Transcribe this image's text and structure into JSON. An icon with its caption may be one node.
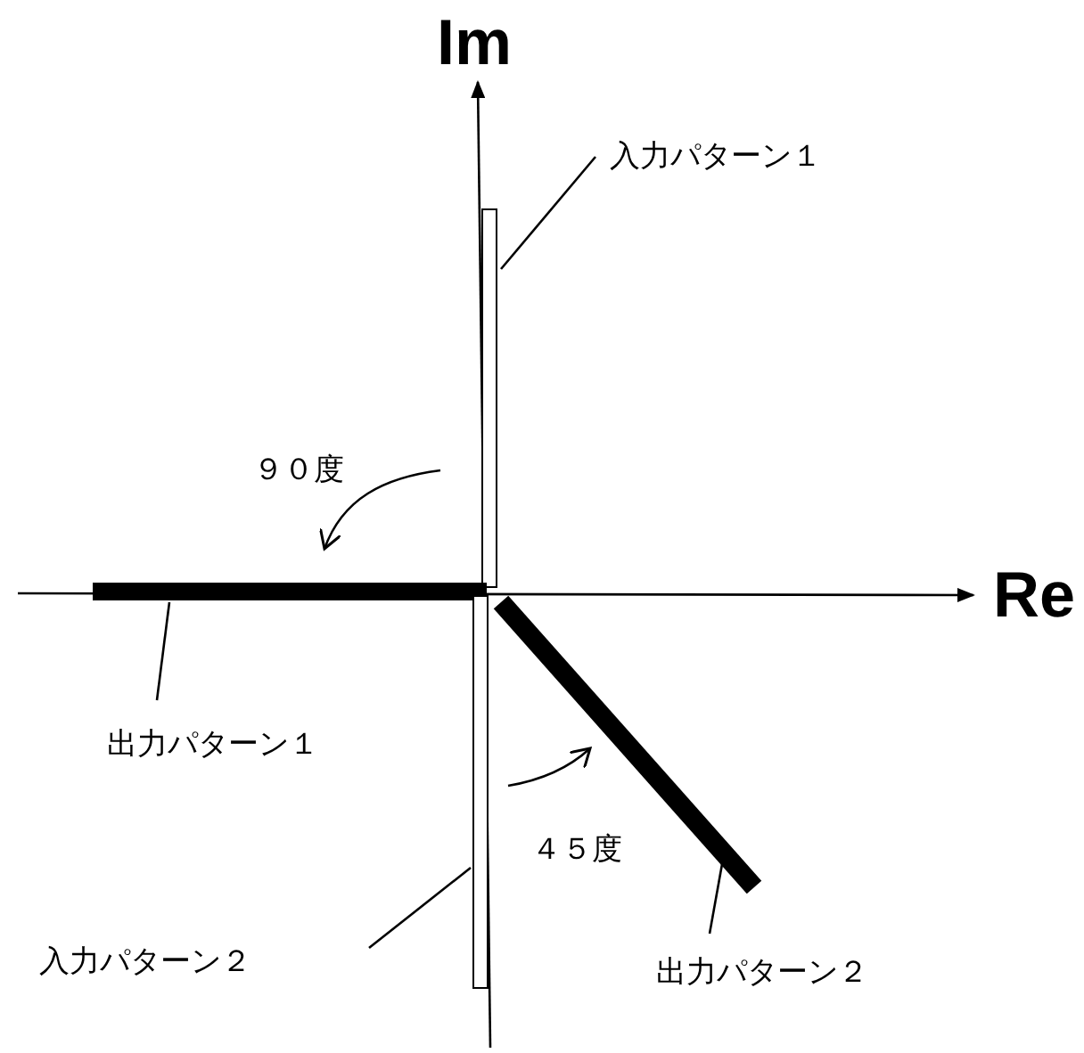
{
  "diagram": {
    "nodes": [
      {
        "text": [
          "入力パターン１"
        ]
      },
      {
        "text": [],
        "shape": "bar"
      },
      {
        "text": [],
        "shape": "bar"
      },
      {
        "text": [
          "出力パターン１"
        ]
      },
      {
        "text": [],
        "shape": "bar"
      },
      {
        "text": [],
        "shape": "bar"
      },
      {
        "text": [
          "入力パターン２"
        ]
      },
      {
        "text": [
          "出力パターン２"
        ]
      }
    ],
    "edges": [
      {
        "from": 0,
        "to": 1,
        "arrow": "none"
      },
      {
        "from": 3,
        "to": 2,
        "arrow": "none"
      },
      {
        "from": 6,
        "to": 5,
        "arrow": "none"
      },
      {
        "from": 7,
        "to": 4,
        "arrow": "none"
      }
    ],
    "labels": [
      "Im",
      "９０度",
      "Re",
      "４５度"
    ]
  }
}
